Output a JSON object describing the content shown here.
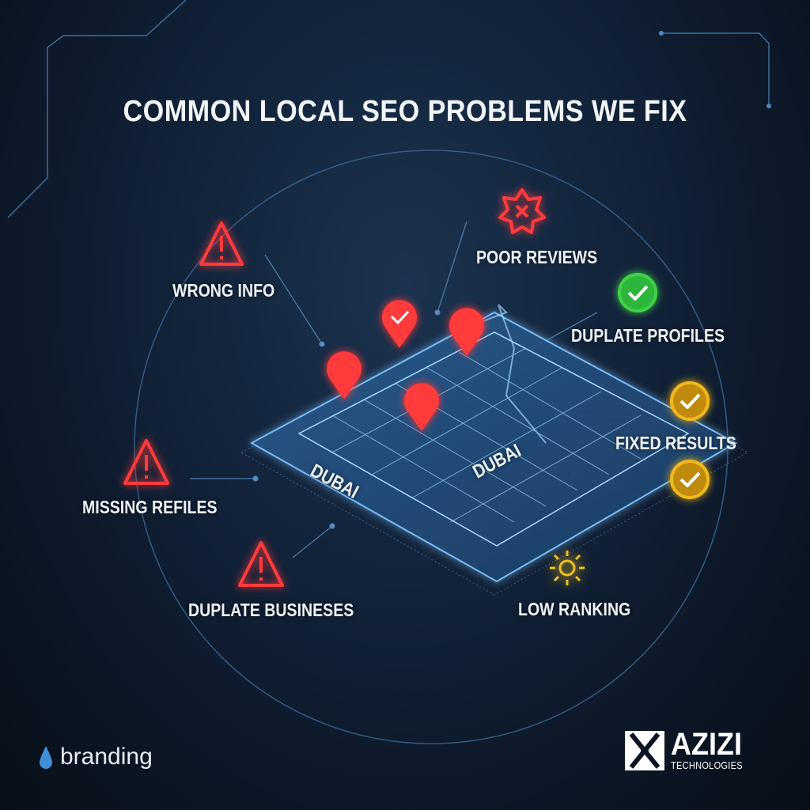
{
  "title": "COMMON LOCAL SEO PROBLEMS WE FIX",
  "map_labels": [
    "DUBAI",
    "DUBAI"
  ],
  "problems": [
    {
      "label": "WRONG INFO",
      "icon": "warning-triangle-icon",
      "color": "#ff3b3b"
    },
    {
      "label": "POOR REVIEWS",
      "icon": "badge-x-icon",
      "color": "#ff3b3b"
    },
    {
      "label": "DUPLATE PROFILES",
      "icon": "check-circle-icon",
      "color": "#3fd14a"
    },
    {
      "label": "FIXED RESULTS",
      "icon": "check-circle-icon",
      "color": "#f0b81e"
    },
    {
      "label": "MISSING REFILES",
      "icon": "warning-triangle-icon",
      "color": "#ff3b3b"
    },
    {
      "label": "DUPLATE BUSINESES",
      "icon": "warning-triangle-icon",
      "color": "#ff3b3b"
    },
    {
      "label": "LOW RANKING",
      "icon": "sun-icon",
      "color": "#f0c020"
    }
  ],
  "footer": {
    "brand": "branding",
    "logo_name": "AZIZI",
    "logo_sub": "TECHNOLOGIES"
  }
}
